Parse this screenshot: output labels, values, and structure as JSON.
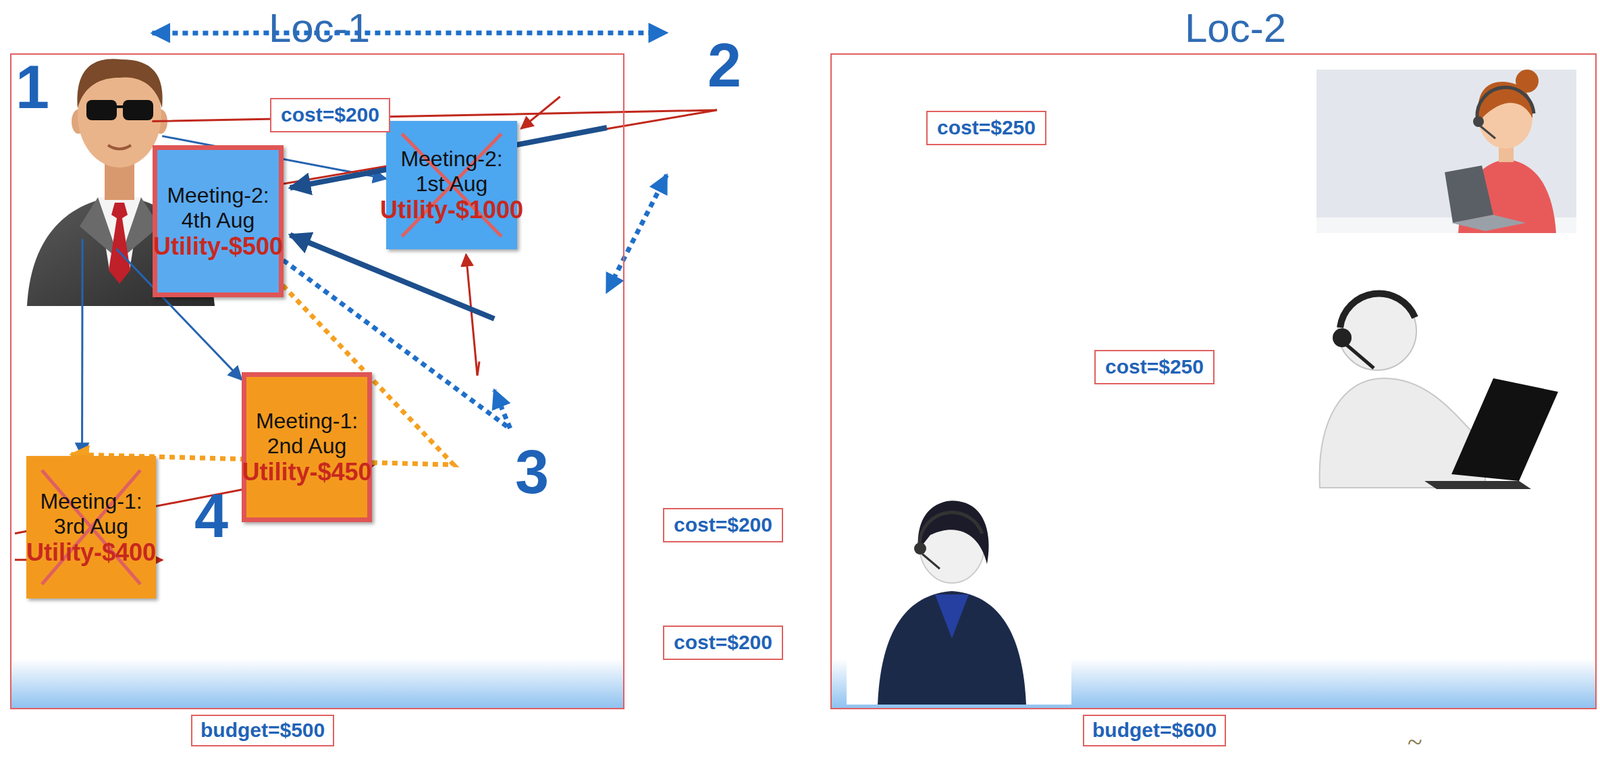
{
  "diagram": {
    "nodes": [
      {
        "text": [
          "Loc-1",
          "budget=$500"
        ]
      },
      {
        "text": [
          "1"
        ],
        "in": 0
      },
      {
        "text": [
          "Meeting-2: 1st Aug",
          "Utility-$1000"
        ],
        "in": 0
      },
      {
        "text": [
          "Meeting-1: 2nd Aug",
          "Utility-$450"
        ],
        "in": 0
      },
      {
        "text": [
          "Meeting-1: 3rd Aug",
          "Utility-$400"
        ],
        "in": 0
      },
      {
        "text": [
          "Loc-2",
          "budget=$600"
        ]
      },
      {
        "text": [
          "2"
        ],
        "in": 5
      },
      {
        "text": [
          "Meeting-2: 4th Aug",
          "Utility-$500"
        ],
        "in": 5
      },
      {
        "text": [
          "3"
        ],
        "in": 5
      },
      {
        "text": [
          "4"
        ],
        "in": 5
      }
    ],
    "edges": [
      {
        "from": 1,
        "to": 2,
        "arrow": "to"
      },
      {
        "from": 1,
        "to": 3,
        "arrow": "to"
      },
      {
        "from": 1,
        "to": 4,
        "arrow": "to"
      },
      {
        "from": 1,
        "to": 7,
        "label": "cost=$200",
        "arrow": "to"
      },
      {
        "from": 6,
        "to": 2,
        "label": "cost=$250",
        "arrow": "to"
      },
      {
        "from": 8,
        "to": 2,
        "label": "cost=$250",
        "arrow": "to"
      },
      {
        "from": 6,
        "to": 7,
        "arrow": "to"
      },
      {
        "from": 8,
        "to": 7,
        "arrow": "to"
      },
      {
        "from": 9,
        "to": 3,
        "label": "cost=$200",
        "arrow": "to"
      },
      {
        "from": 9,
        "to": 4,
        "label": "cost=$200",
        "arrow": "to"
      },
      {
        "from": 1,
        "to": 6,
        "arrow": "both"
      },
      {
        "from": 1,
        "to": 8,
        "arrow": "both"
      },
      {
        "from": 1,
        "to": 9,
        "arrow": "both"
      },
      {
        "from": 6,
        "to": 8,
        "arrow": "both"
      }
    ],
    "labels": [
      "~"
    ]
  }
}
